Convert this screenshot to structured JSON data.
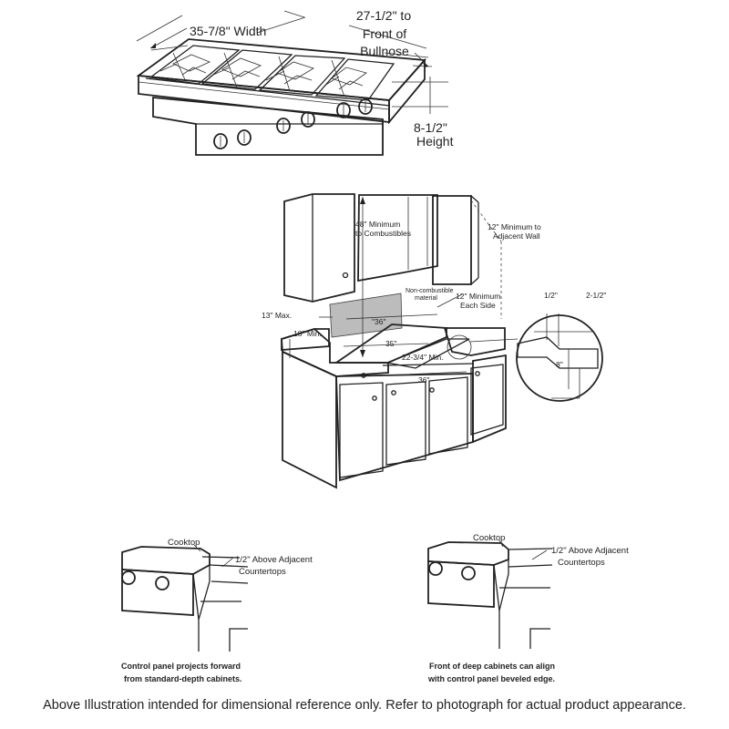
{
  "cooktop": {
    "width_label": "35-7/8\" Width",
    "depth_label": [
      "27-1/2\" to",
      "Front of",
      "Bullnose"
    ],
    "height_label": [
      "8-1/2\"",
      "Height"
    ]
  },
  "installation": {
    "min_combustibles": [
      "48\" Minimum",
      "to Combustibles"
    ],
    "min_adjacent_wall": [
      "12\" Minimum to",
      "Adjacent Wall"
    ],
    "non_combustible": [
      "Non-combustible",
      "material"
    ],
    "min_each_side": [
      "12\" Minimum",
      "Each Side"
    ],
    "max_13": "13\" Max.",
    "min_18": "18\" Min.",
    "dim_36_top": "\"36\"",
    "dim_35": "35\"",
    "dim_22": "22-3/4\" Min.",
    "dim_36_bottom": "36\"",
    "detail_half": "1/2\"",
    "detail_2_half": "2-1/2\"",
    "detail_8": "8\""
  },
  "details": [
    {
      "cooktop_label": "Cooktop",
      "above_label": [
        "1/2\" Above Adjacent",
        "Countertops"
      ],
      "note": [
        "Control panel projects forward",
        "from standard-depth cabinets."
      ]
    },
    {
      "cooktop_label": "Cooktop",
      "above_label": [
        "1/2\" Above Adjacent",
        "Countertops"
      ],
      "note": [
        "Front of deep cabinets can align",
        "with control panel beveled edge."
      ]
    }
  ],
  "footer": "Above Illustration intended for dimensional reference only. Refer to photograph for actual product appearance."
}
